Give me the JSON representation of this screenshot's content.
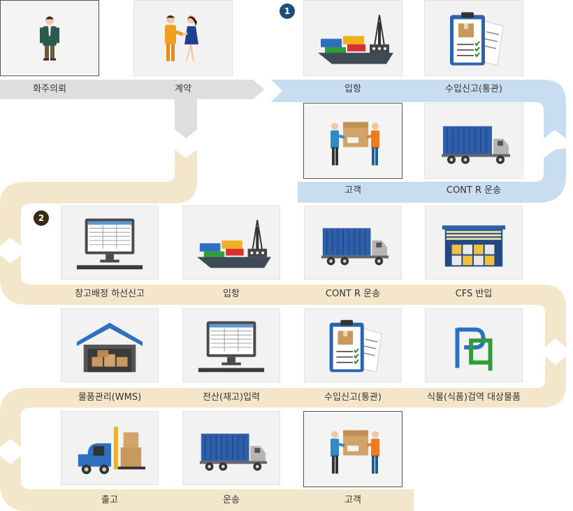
{
  "colors": {
    "gray_band": "#dedede",
    "blue_band": "#c9ddf0",
    "beige_band": "#f4e6cb",
    "badge1": "#1f4e79",
    "badge2": "#3a2a12"
  },
  "flow1": {
    "badge": "1",
    "steps": [
      "화주의뢰",
      "계약",
      "입항",
      "수입신고(통관)",
      "고객",
      "CONT R 운송"
    ]
  },
  "flow2": {
    "badge": "2",
    "steps": [
      "창고배정 하선신고",
      "입항",
      "CONT R 운송",
      "CFS 반입",
      "물품관리(WMS)",
      "전산(재고)입력",
      "수입신고(통관)",
      "식물(식품)검역 대상물품",
      "출고",
      "운송",
      "고객"
    ]
  },
  "icons": [
    "businessman-icon",
    "handshake-icon",
    "cargo-ship-icon",
    "clipboard-checklist-icon",
    "handover-box-icon",
    "container-truck-icon",
    "computer-terminal-icon",
    "cargo-ship-icon",
    "container-truck-icon",
    "cfs-warehouse-icon",
    "warehouse-icon",
    "computer-terminal-icon",
    "clipboard-checklist-icon",
    "quarantine-logo-icon",
    "forklift-icon",
    "container-truck-icon",
    "handover-box-icon"
  ]
}
